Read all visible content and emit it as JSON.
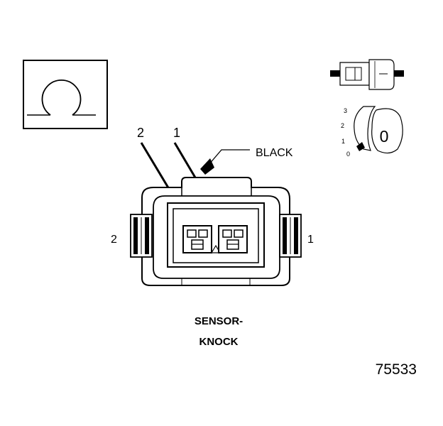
{
  "diagram": {
    "pin_callouts": {
      "pin2": "2",
      "pin1": "1"
    },
    "color_label": "BLACK",
    "side_labels": {
      "left": "2",
      "right": "1"
    },
    "component_name": {
      "line1": "SENSOR-",
      "line2": "KNOCK"
    },
    "figure_number": "75533",
    "symbol_icon": "ohm-icon",
    "detail_icon": "connector-assembly-icon",
    "lock_scale": [
      "3",
      "2",
      "1",
      "0"
    ],
    "lock_face_label": "0"
  }
}
